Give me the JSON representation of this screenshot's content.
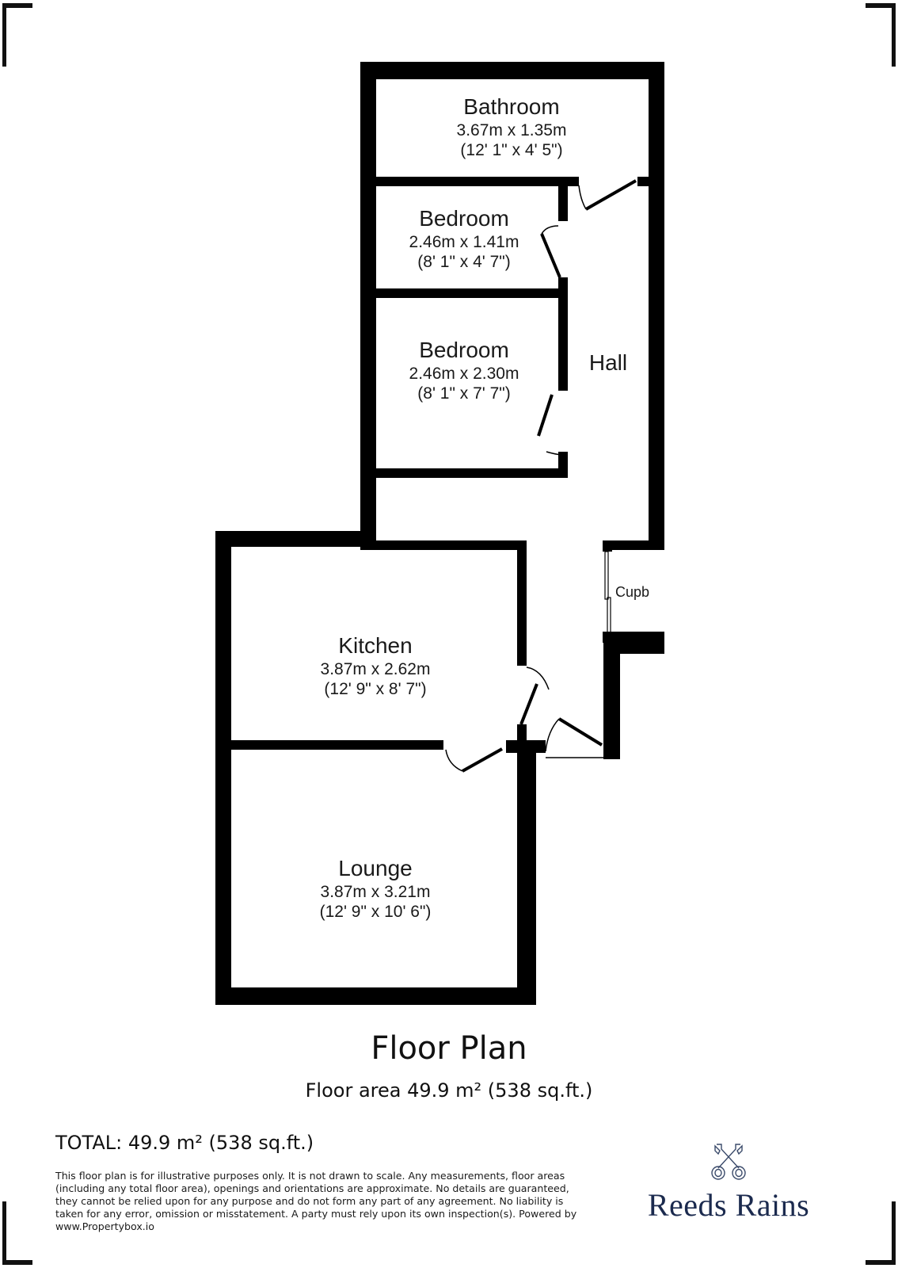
{
  "floor_plan": {
    "title": "Floor Plan",
    "subtitle": "Floor area 49.9 m² (538 sq.ft.)",
    "total": "TOTAL: 49.9 m² (538 sq.ft.)",
    "rooms": [
      {
        "name": "Bathroom",
        "metric": "3.67m x 1.35m",
        "imperial": "(12' 1\" x 4' 5\")"
      },
      {
        "name": "Bedroom",
        "metric": "2.46m x 1.41m",
        "imperial": "(8' 1\" x 4' 7\")"
      },
      {
        "name": "Bedroom",
        "metric": "2.46m x 2.30m",
        "imperial": "(8' 1\" x 7' 7\")"
      },
      {
        "name": "Hall"
      },
      {
        "name": "Cupb"
      },
      {
        "name": "Kitchen",
        "metric": "3.87m x 2.62m",
        "imperial": "(12' 9\" x 8' 7\")"
      },
      {
        "name": "Lounge",
        "metric": "3.87m x 3.21m",
        "imperial": "(12' 9\" x 10' 6\")"
      }
    ],
    "disclaimer": "This floor plan is for illustrative purposes only. It is not drawn to scale. Any measurements, floor areas (including any total floor area), openings and orientations are approximate. No details are guaranteed, they cannot be relied upon for any purpose and do not form any part of any agreement. No liability is taken for any error, omission or misstatement. A party must rely upon its own inspection(s). Powered by www.Propertybox.io"
  },
  "brand": {
    "name": "Reeds Rains",
    "logo_icon": "crossed-keys-icon",
    "color": "#1b2a4e"
  },
  "colors": {
    "wall": "#000000",
    "background": "#ffffff"
  }
}
